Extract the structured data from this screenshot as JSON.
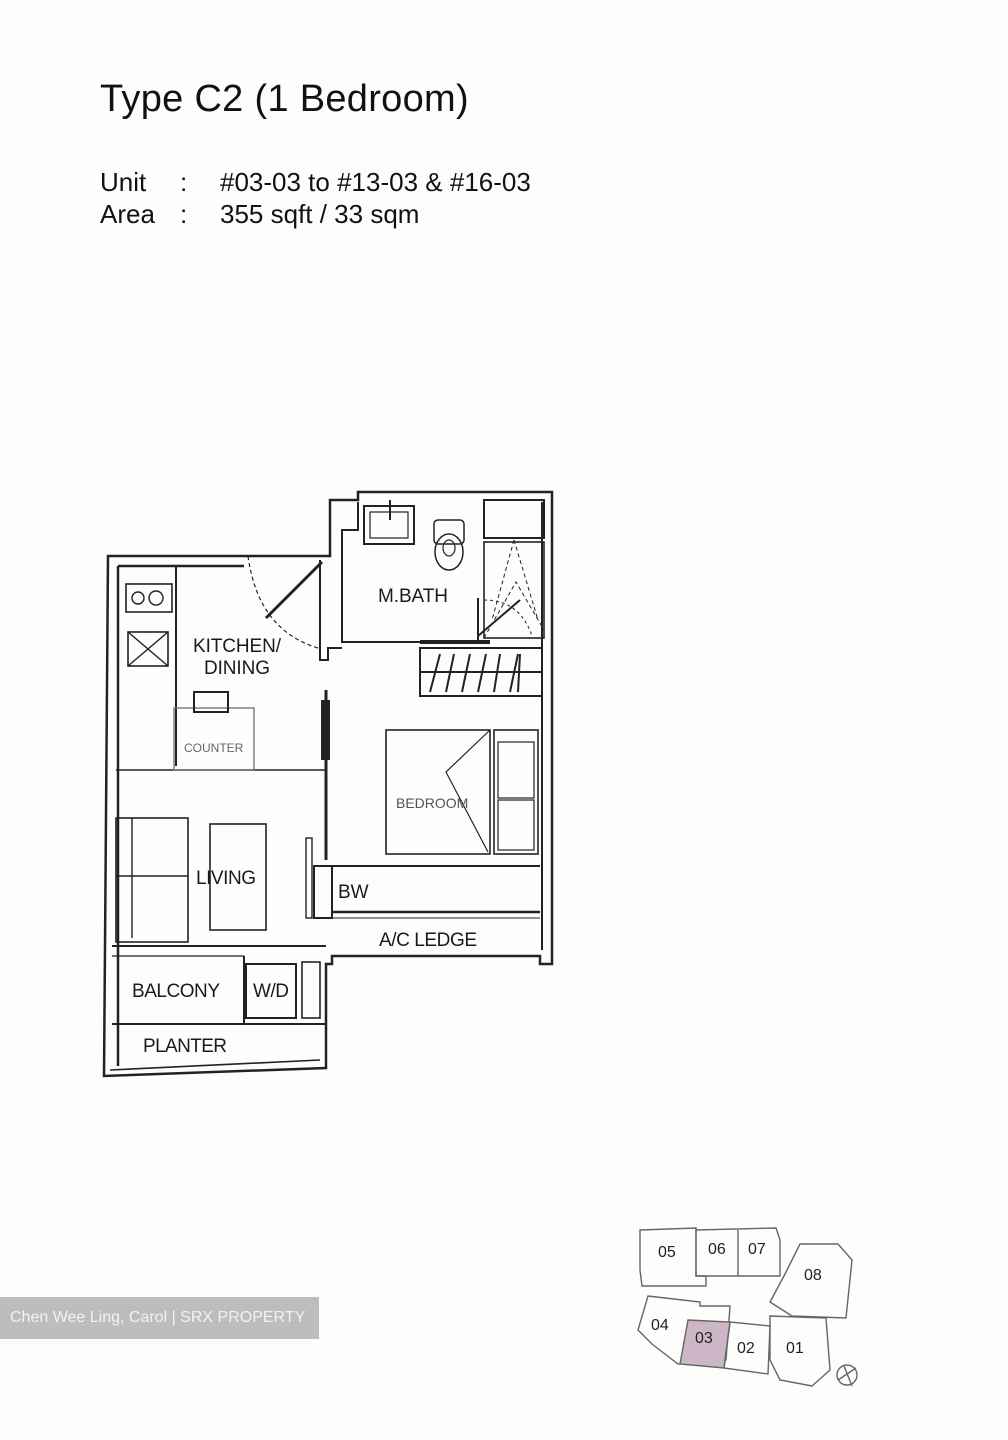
{
  "header": {
    "title": "Type C2 (1 Bedroom)",
    "unit_label": "Unit",
    "unit_sep": ":",
    "unit_value": "#03-03 to #13-03 & #16-03",
    "area_label": "Area",
    "area_sep": ":",
    "area_value": "355 sqft / 33 sqm"
  },
  "floorplan": {
    "rooms": {
      "kitchen_1": "KITCHEN/",
      "kitchen_2": "DINING",
      "mbath": "M.BATH",
      "counter": "COUNTER",
      "living": "LIVING",
      "bw": "BW",
      "ac_ledge": "A/C LEDGE",
      "balcony": "BALCONY",
      "wd": "W/D",
      "planter": "PLANTER",
      "bedroom": "BEDROOM"
    }
  },
  "keyplan": {
    "units": [
      "05",
      "06",
      "07",
      "08",
      "04",
      "03",
      "02",
      "01"
    ],
    "highlighted": "03",
    "highlight_color": "#cdb6c6"
  },
  "watermark": {
    "text": "Chen Wee Ling, Carol | SRX PROPERTY"
  }
}
